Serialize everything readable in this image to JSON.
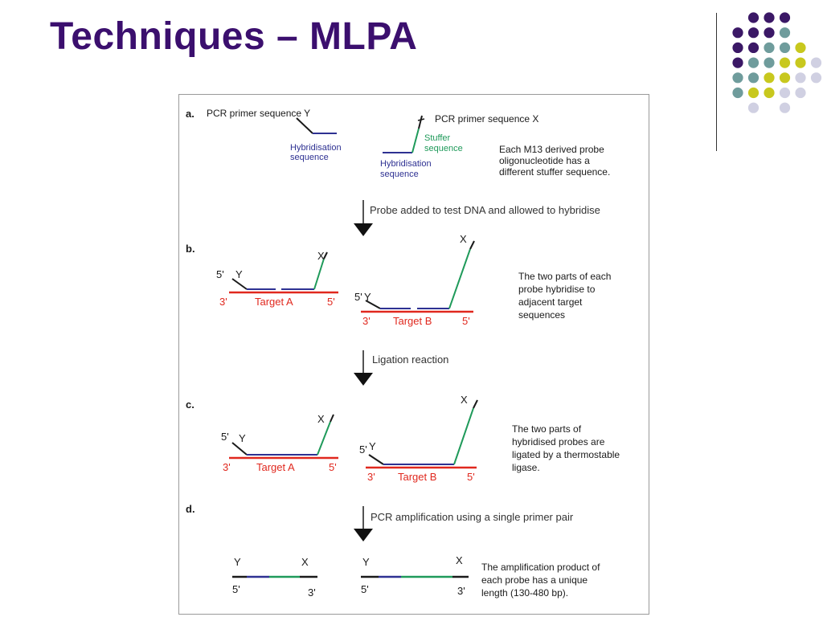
{
  "slide": {
    "title": "Techniques – MLPA"
  },
  "colors": {
    "title": "#3b0f6e",
    "dot_purple": "#3b1866",
    "dot_teal": "#6f9c9c",
    "dot_olive": "#c8c81e",
    "dot_lavender": "#d0d0e2",
    "target": "#e0281e",
    "hybridisation": "#2e3192",
    "stuffer": "#1f9a5a"
  },
  "figure": {
    "a": {
      "label": "a.",
      "primer_y": "PCR primer sequence Y",
      "hyb_seq_line1": "Hybridisation",
      "hyb_seq_line2": "sequence",
      "primer_x": "PCR primer sequence X",
      "stuffer_line1": "Stuffer",
      "stuffer_line2": "sequence",
      "hyb2_line1": "Hybridisation",
      "hyb2_line2": "sequence",
      "note_line1": "Each M13 derived probe",
      "note_line2": "oligonucleotide has a",
      "note_line3": "different stuffer sequence."
    },
    "step1": "Probe added to test DNA and allowed to hybridise",
    "b": {
      "label": "b.",
      "y": "Y",
      "x": "X",
      "five_prime": "5'",
      "three_prime": "3'",
      "target_a": "Target A",
      "target_b": "Target B",
      "note_line1": "The two parts of each",
      "note_line2": "probe hybridise to",
      "note_line3": "adjacent target",
      "note_line4": "sequences"
    },
    "step2": "Ligation reaction",
    "c": {
      "label": "c.",
      "y": "Y",
      "x": "X",
      "five_prime": "5'",
      "three_prime": "3'",
      "target_a": "Target A",
      "target_b": "Target B",
      "note_line1": "The two parts of",
      "note_line2": "hybridised probes are",
      "note_line3": "ligated by a thermostable",
      "note_line4": "ligase."
    },
    "step3": "PCR amplification using a single primer pair",
    "d": {
      "label": "d.",
      "y": "Y",
      "x": "X",
      "five_prime": "5'",
      "three_prime": "3'",
      "note_line1": "The amplification product of",
      "note_line2": "each probe has a unique",
      "note_line3": "length (130-480 bp)."
    }
  }
}
